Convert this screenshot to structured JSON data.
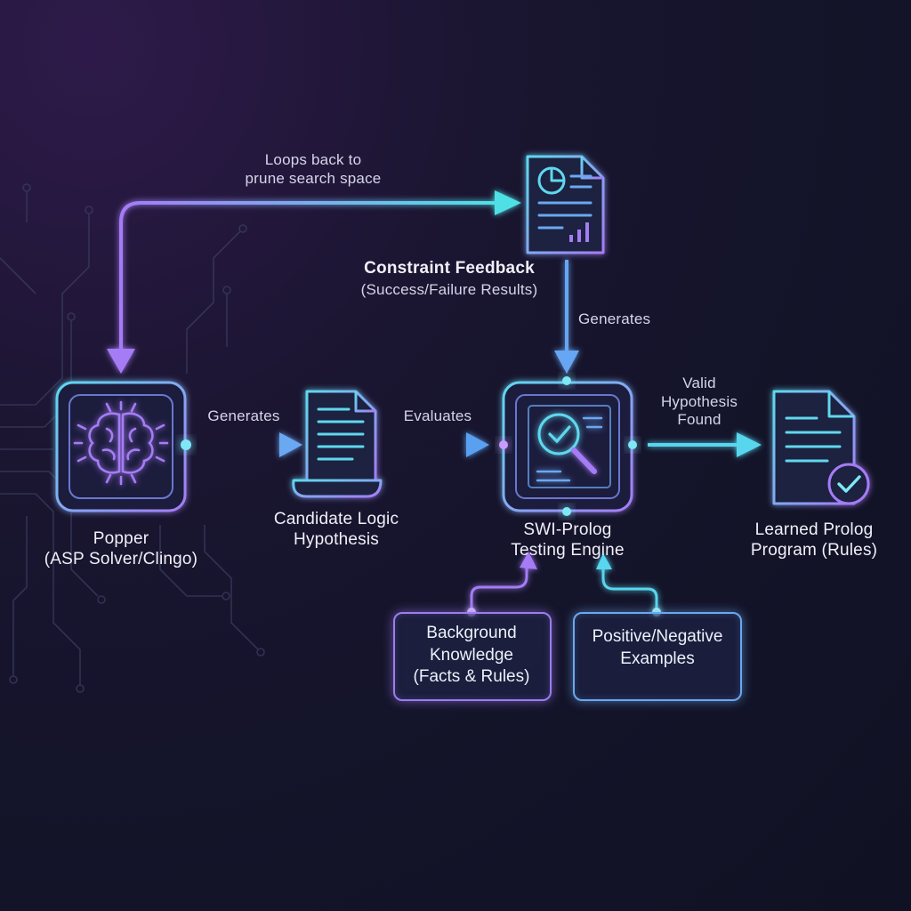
{
  "colors": {
    "purple": "#a57bf5",
    "cyan": "#4fe0e6",
    "blue": "#66a6f2",
    "background": "#14142a"
  },
  "nodes": {
    "popper": {
      "label": "Popper\n(ASP Solver/Clingo)",
      "icon": "brain-icon"
    },
    "hypothesis": {
      "label": "Candidate Logic\nHypothesis",
      "icon": "scroll-document-icon"
    },
    "feedback": {
      "title": "Constraint Feedback",
      "subtitle": "(Success/Failure Results)",
      "icon": "report-chart-icon"
    },
    "engine": {
      "label": "SWI-Prolog\nTesting Engine",
      "icon": "magnifier-check-icon"
    },
    "learned": {
      "label": "Learned Prolog\nProgram (Rules)",
      "icon": "document-check-icon"
    },
    "background_knowledge": {
      "label": "Background\nKnowledge\n(Facts & Rules)"
    },
    "examples": {
      "label": "Positive/Negative\nExamples"
    }
  },
  "edges": {
    "popper_to_hypothesis": "Generates",
    "hypothesis_to_engine": "Evaluates",
    "feedback_to_engine": "Generates",
    "loop_back": "Loops back to\nprune search space",
    "engine_to_learned": "Valid\nHypothesis\nFound"
  }
}
